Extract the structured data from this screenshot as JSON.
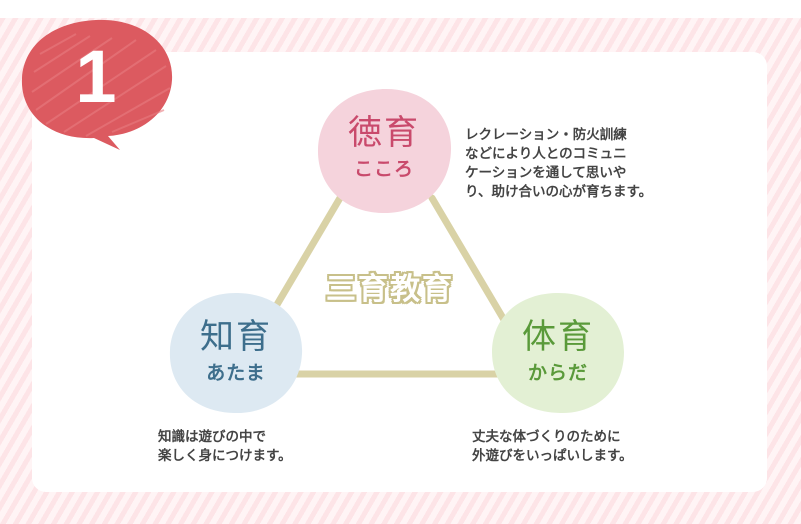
{
  "badge": {
    "number": "1",
    "color": "#dc5a60"
  },
  "center_title": "三育教育",
  "nodes": {
    "toku": {
      "kanji": "徳育",
      "kana": "こころ",
      "circle_color": "#f5d3dc",
      "kanji_color": "#c94a6c",
      "kana_color": "#c94a6c",
      "description": [
        "レクレーション・防火訓練",
        "などにより人とのコミュニ",
        "ケーションを通して思いや",
        "り、助け合いの心が育ちます。"
      ]
    },
    "chi": {
      "kanji": "知育",
      "kana": "あたま",
      "circle_color": "#dde9f2",
      "kanji_color": "#3d6e8c",
      "kana_color": "#3d6e8c",
      "description": [
        "知識は遊びの中で",
        "楽しく身につけます。"
      ]
    },
    "tai": {
      "kanji": "体育",
      "kana": "からだ",
      "circle_color": "#e3f0d4",
      "kanji_color": "#5a9a3a",
      "kana_color": "#5a9a3a",
      "description": [
        "丈夫な体づくりのために",
        "外遊びをいっぱいします。"
      ]
    }
  },
  "colors": {
    "triangle_line": "#d9d2a6",
    "stripe": "#fde4e7"
  }
}
